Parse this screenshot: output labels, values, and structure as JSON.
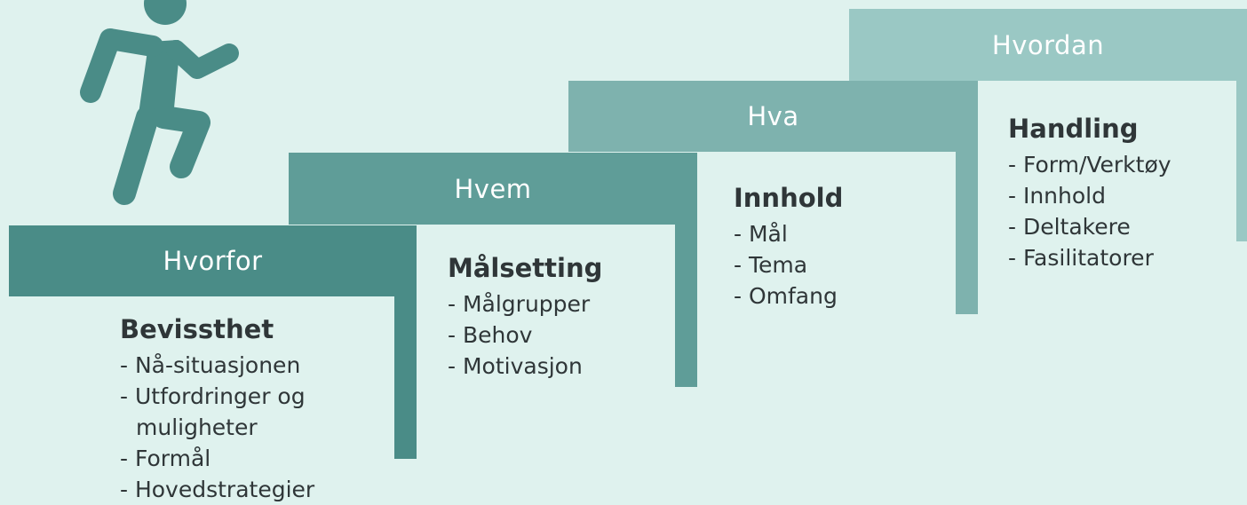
{
  "colors": {
    "background": "#dff2ee",
    "step_1": "#4a8c87",
    "step_2": "#5f9d98",
    "step_3": "#7eb2ae",
    "step_4": "#9ac8c4",
    "figure": "#4a8c87",
    "text": "#2f3638"
  },
  "figure": {
    "icon": "running-person-icon"
  },
  "steps": [
    {
      "label": "Hvorfor",
      "heading": "Bevissthet",
      "items": [
        "- Nå-situasjonen",
        "- Utfordringer og muligheter",
        "- Formål",
        "- Hovedstrategier"
      ]
    },
    {
      "label": "Hvem",
      "heading": "Målsetting",
      "items": [
        "- Målgrupper",
        "- Behov",
        "- Motivasjon"
      ]
    },
    {
      "label": "Hva",
      "heading": "Innhold",
      "items": [
        "- Mål",
        "- Tema",
        "- Omfang"
      ]
    },
    {
      "label": "Hvordan",
      "heading": "Handling",
      "items": [
        "- Form/Verktøy",
        "- Innhold",
        "- Deltakere",
        "- Fasilitatorer"
      ]
    }
  ]
}
